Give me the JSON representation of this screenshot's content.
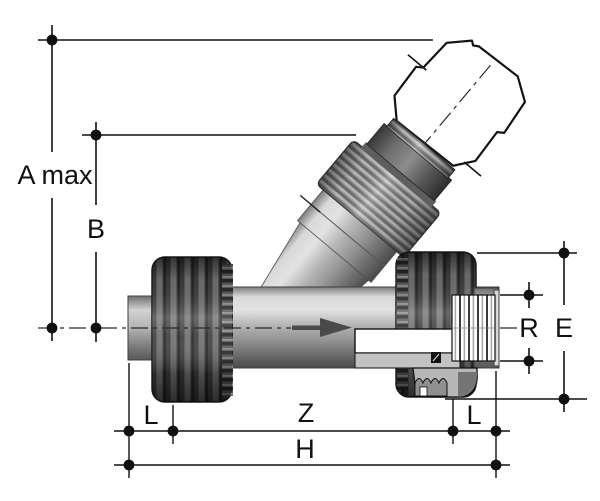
{
  "diagram": {
    "subject": "Angle-seat check valve dimensional drawing, side view with union nuts, diagonal bonnet, phantom open-position cap outline and sectioned female-threaded outlet",
    "background_color": "#ffffff",
    "line_color": "#111111",
    "flow_arrow_color": "#4a4a4a",
    "valve_colors": {
      "body_gray": "#b5b5b5",
      "nut_dark_gray": "#3d3d3d",
      "knurl_ring_gray": "#9e9e9e",
      "section_gray": "#c2c2c2"
    },
    "dimension_labels": {
      "a_max": "A max",
      "b": "B",
      "l_left": "L",
      "z": "Z",
      "l_right": "L",
      "h": "H",
      "r": "R",
      "e": "E"
    }
  }
}
